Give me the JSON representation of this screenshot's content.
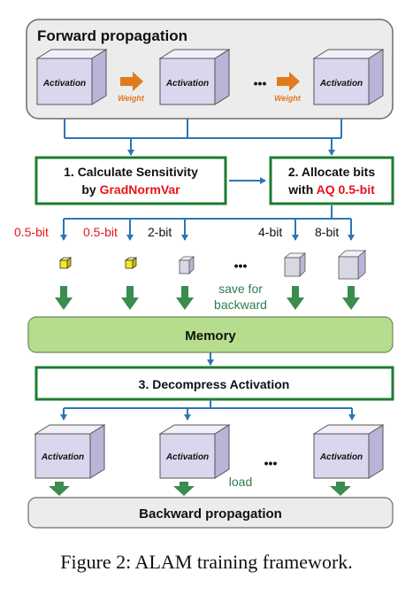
{
  "forward": {
    "title": "Forward propagation"
  },
  "activation_label": "Activation",
  "weight_label": "Weight",
  "ellipsis": "•••",
  "steps": {
    "sensitivity": {
      "line1": "1. Calculate Sensitivity",
      "line2_prefix": "by ",
      "line2_highlight": "GradNormVar"
    },
    "allocate": {
      "line1": "2. Allocate bits",
      "line2_prefix": "with ",
      "line2_highlight": "AQ 0.5-bit"
    },
    "decompress": {
      "label": "3. Decompress Activation"
    }
  },
  "bit_labels": [
    "0.5-bit",
    "0.5-bit",
    "2-bit",
    "4-bit",
    "8-bit"
  ],
  "save_for_backward": [
    "save for",
    "backward"
  ],
  "memory": {
    "label": "Memory"
  },
  "load_label": "load",
  "backward": {
    "label": "Backward propagation"
  },
  "caption": "Figure 2: ALAM training framework.",
  "colors": {
    "red": "#e8141b",
    "green_border": "#1d7d31",
    "green_arrow": "#3a8c4f",
    "blue_line": "#2e75b6",
    "orange": "#e07a1f",
    "memory_fill": "#b6dd8e",
    "panel_fill": "#ececec",
    "cube_front": "#d9d7ee",
    "cube_top": "#f1f0f8",
    "cube_side": "#b8b5d8",
    "small_cube_yellow": "#f5ea1d",
    "small_cube_gray": "#d8d8e2"
  }
}
